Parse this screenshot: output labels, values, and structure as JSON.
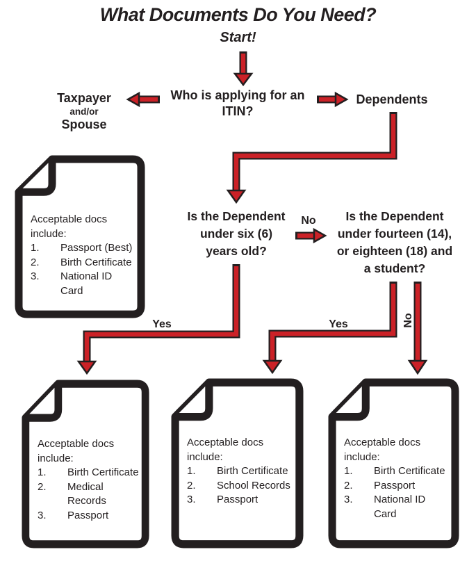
{
  "title": "What Documents Do You Need?",
  "start_label": "Start!",
  "root_question": "Who is applying for an ITIN?",
  "branch_left": {
    "line1": "Taxpayer",
    "line2": "and/or",
    "line3": "Spouse"
  },
  "branch_right_label": "Dependents",
  "question_under6": {
    "line1": "Is the Dependent",
    "line2": "under six (6)",
    "line3": "years old?"
  },
  "question_under14": {
    "line1": "Is the Dependent",
    "line2": "under fourteen (14),",
    "line3": "or eighteen (18) and",
    "line4": "a student?"
  },
  "edge_labels": {
    "no_under6": "No",
    "yes_under6": "Yes",
    "yes_under14": "Yes",
    "no_under14": "No"
  },
  "doc_heading": "Acceptable docs include:",
  "docs": {
    "taxpayer": {
      "items": [
        {
          "num": "1.",
          "text": "Passport (Best)"
        },
        {
          "num": "2.",
          "text": "Birth Certificate"
        },
        {
          "num": "3.",
          "text": "National ID Card"
        }
      ]
    },
    "under6_yes": {
      "items": [
        {
          "num": "1.",
          "text": "Birth Certificate"
        },
        {
          "num": "2.",
          "text": "Medical Records"
        },
        {
          "num": "3.",
          "text": "Passport"
        }
      ]
    },
    "under14_yes": {
      "items": [
        {
          "num": "1.",
          "text": "Birth Certificate"
        },
        {
          "num": "2.",
          "text": "School Records"
        },
        {
          "num": "3.",
          "text": "Passport"
        }
      ]
    },
    "under14_no": {
      "items": [
        {
          "num": "1.",
          "text": "Birth Certificate"
        },
        {
          "num": "2.",
          "text": "Passport"
        },
        {
          "num": "3.",
          "text": "National ID Card"
        }
      ]
    }
  },
  "colors": {
    "arrow_red": "#cb2127",
    "ink": "#231f20"
  }
}
